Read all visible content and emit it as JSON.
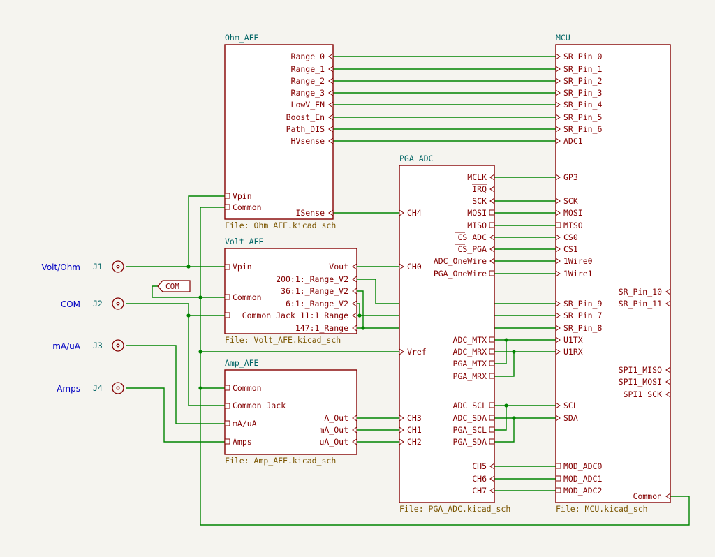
{
  "sheets": {
    "ohm": {
      "title": "Ohm_AFE",
      "file": "File: Ohm_AFE.kicad_sch",
      "pins_right": [
        "Range_0",
        "Range_1",
        "Range_2",
        "Range_3",
        "LowV_EN",
        "Boost_En",
        "Path_DIS",
        "HVsense",
        "ISense"
      ],
      "pins_left": [
        "Vpin",
        "Common"
      ]
    },
    "volt": {
      "title": "Volt_AFE",
      "file": "File: Volt_AFE.kicad_sch",
      "pins_right": [
        "Vout",
        "200:1:_Range_V2",
        "36:1:_Range_V2",
        "6:1:_Range_V2",
        "Common_Jack 11:1_Range",
        "147:1_Range"
      ],
      "pins_left": [
        "Vpin",
        "Common"
      ]
    },
    "amp": {
      "title": "Amp_AFE",
      "file": "File: Amp_AFE.kicad_sch",
      "pins_left": [
        "Common",
        "Common_Jack",
        "mA/uA",
        "Amps"
      ],
      "pins_right": [
        "A_Out",
        "mA_Out",
        "uA_Out"
      ]
    },
    "pga": {
      "title": "PGA_ADC",
      "file": "File: PGA_ADC.kicad_sch",
      "pins_left": [
        "CH4",
        "CH0",
        "Vref",
        "CH3",
        "CH1",
        "CH2"
      ],
      "pins_right": [
        "MCLK",
        "IRQ",
        "SCK",
        "MOSI",
        "MISO",
        "CS_ADC",
        "CS_PGA",
        "ADC_OneWire",
        "PGA_OneWire",
        "ADC_MTX",
        "ADC_MRX",
        "PGA_MTX",
        "PGA_MRX",
        "ADC_SCL",
        "ADC_SDA",
        "PGA_SCL",
        "PGA_SDA",
        "CH5",
        "CH6",
        "CH7"
      ]
    },
    "mcu": {
      "title": "MCU",
      "file": "File: MCU.kicad_sch",
      "pins_left": [
        "SR_Pin_0",
        "SR_Pin_1",
        "SR_Pin_2",
        "SR_Pin_3",
        "SR_Pin_4",
        "SR_Pin_5",
        "SR_Pin_6",
        "ADC1",
        "GP3",
        "SCK",
        "MOSI",
        "MISO",
        "CS0",
        "CS1",
        "1Wire0",
        "1Wire1",
        "SR_Pin_9",
        "SR_Pin_7",
        "SR_Pin_8",
        "U1TX",
        "U1RX",
        "SCL",
        "SDA",
        "MOD_ADC0",
        "MOD_ADC1",
        "MOD_ADC2"
      ],
      "pins_right": [
        "SR_Pin_10",
        "SR_Pin_11",
        "SPI1_MISO",
        "SPI1_MOSI",
        "SPI1_SCK",
        "Common"
      ]
    }
  },
  "connectors": [
    {
      "ref": "J1",
      "net": "Volt/Ohm"
    },
    {
      "ref": "J2",
      "net": "COM"
    },
    {
      "ref": "J3",
      "net": "mA/uA"
    },
    {
      "ref": "J4",
      "net": "Amps"
    }
  ],
  "global_label": "COM",
  "colors": {
    "sheet": "#840000",
    "wire": "#008400",
    "label": "#006464",
    "net": "#0000c2",
    "file": "#7a5500",
    "background": "#f5f4ef"
  }
}
